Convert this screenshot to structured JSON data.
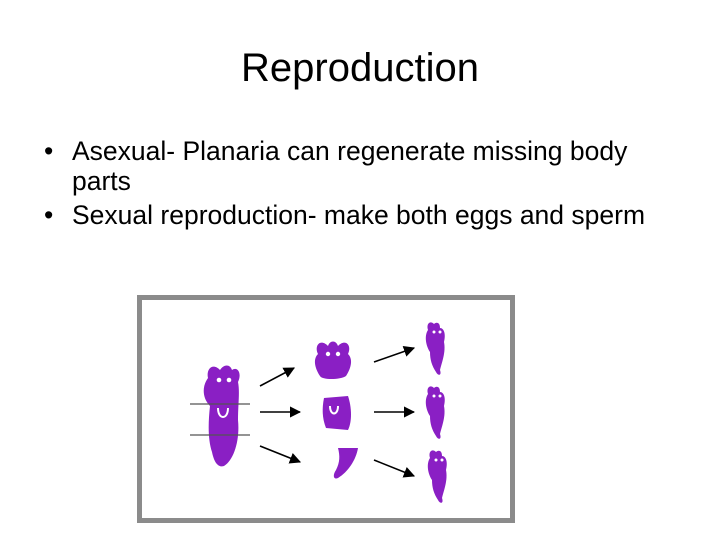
{
  "slide": {
    "title": "Reproduction",
    "bullets": [
      "Asexual- Planaria can regenerate missing body parts",
      "Sexual reproduction- make both eggs and sperm"
    ],
    "bullet_glyph": "•"
  },
  "figure": {
    "colors": {
      "planarian": "#8a1fc4",
      "arrow": "#000000",
      "frame": "#8b8b8b"
    }
  }
}
